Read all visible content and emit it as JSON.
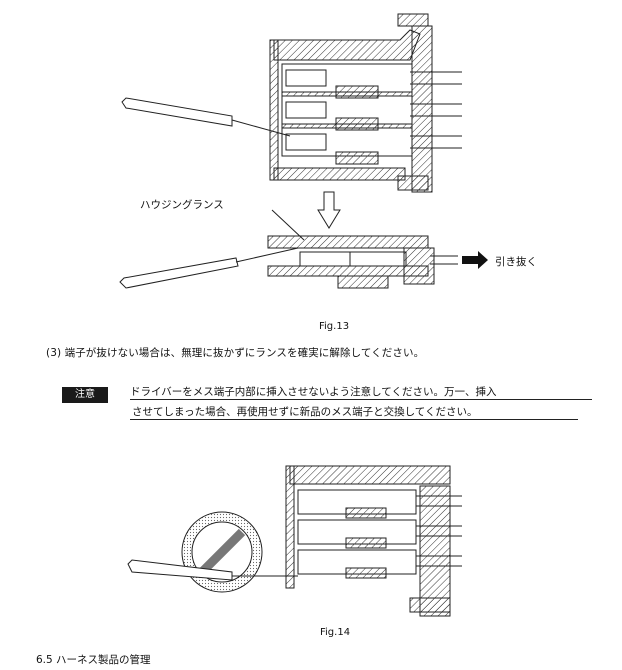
{
  "figures": {
    "fig13": {
      "caption": "Fig.13",
      "housing_lance_label": "ハウジングランス",
      "pull_out_label": "引き抜く"
    },
    "fig14": {
      "caption": "Fig.14"
    }
  },
  "step3_text": "(3) 端子が抜けない場合は、無理に抜かずにランスを確実に解除してください。",
  "caution": {
    "badge": "注意",
    "line1": "ドライバーをメス端子内部に挿入させないよう注意してください。万一、挿入",
    "line2": "させてしまった場合、再使用せずに新品のメス端子と交換してください。"
  },
  "section_heading": "6.5 ハーネス製品の管理"
}
